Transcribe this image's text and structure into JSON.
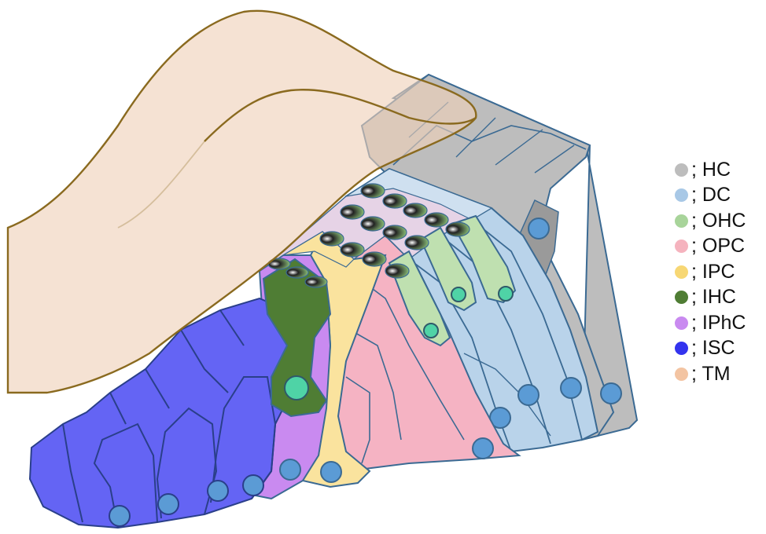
{
  "legend": {
    "items": [
      {
        "label": "; HC",
        "color": "#bdbdbd"
      },
      {
        "label": "; DC",
        "color": "#a8c8e6"
      },
      {
        "label": "; OHC",
        "color": "#a8d49a"
      },
      {
        "label": "; OPC",
        "color": "#f5b3be"
      },
      {
        "label": "; IPC",
        "color": "#f7d774"
      },
      {
        "label": "; IHC",
        "color": "#4f7d34"
      },
      {
        "label": "; IPhC",
        "color": "#c98af0"
      },
      {
        "label": "; ISC",
        "color": "#3333ee"
      },
      {
        "label": "; TM",
        "color": "#f3c4a2"
      }
    ]
  },
  "colors": {
    "hc": "#bdbdbd",
    "dc": "#b9d3ea",
    "ohc": "#bfe0b0",
    "opc": "#f5b3c3",
    "ipc": "#fae39e",
    "ihc": "#4f7d34",
    "iphc": "#c98af0",
    "isc": "#6464f4",
    "tm": "#efd0b8",
    "nucleus": "#5b9bd5",
    "hair_cell_nucleus": "#4fd3a6",
    "outline": "#3b6a93",
    "tm_outline": "#8a6a1f"
  }
}
